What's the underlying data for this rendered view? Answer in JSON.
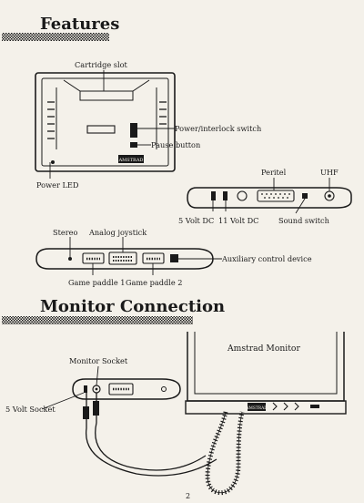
{
  "page": {
    "number": "2",
    "ink": "#1a1a1a",
    "paper": "#f4f1ea"
  },
  "sections": {
    "features": {
      "title": "Features"
    },
    "monitor": {
      "title": "Monitor Connection"
    }
  },
  "labels": {
    "cartridge_slot": "Cartridge slot",
    "power_interlock_switch": "Power/interlock switch",
    "pause_button": "Pause button",
    "power_led": "Power LED",
    "amstrad_badge": "AMSTRAD",
    "peritel": "Peritel",
    "uhf": "UHF",
    "five_volt_dc": "5 Volt DC",
    "eleven_volt_dc": "11 Volt DC",
    "sound_switch": "Sound switch",
    "stereo": "Stereo",
    "analog_joystick": "Analog joystick",
    "auxiliary_control_device": "Auxiliary control device",
    "game_paddle_1": "Game paddle 1",
    "game_paddle_2": "Game paddle 2",
    "amstrad_monitor": "Amstrad Monitor",
    "monitor_socket": "Monitor Socket",
    "five_volt_socket": "5 Volt Socket",
    "monitor_badge": "AMSTRAD"
  }
}
